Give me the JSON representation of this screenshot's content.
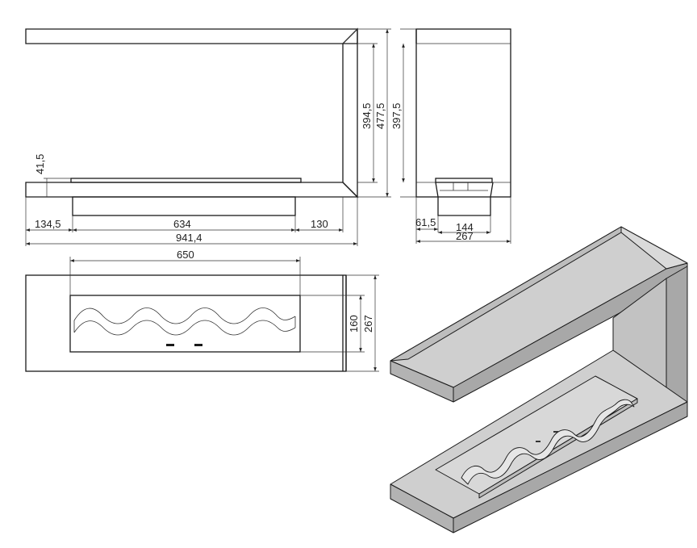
{
  "dimensions": {
    "front_view": {
      "burner_height": "41,5",
      "left_offset": "134,5",
      "burner_width": "634",
      "right_offset": "130",
      "total_width": "941,4",
      "inner_height": "394,5",
      "outer_height": "477,5"
    },
    "side_view": {
      "height": "397,5",
      "front_offset": "61,5",
      "burner_depth": "144",
      "total_depth": "267"
    },
    "top_view": {
      "burner_length": "650",
      "burner_depth": "160",
      "total_depth": "267"
    }
  },
  "colors": {
    "line": "#1a1a1a",
    "face_light": "#d4d4d4",
    "face_mid": "#bdbdbd",
    "face_dark": "#a8a8a8",
    "face_top": "#cfcfcf"
  }
}
